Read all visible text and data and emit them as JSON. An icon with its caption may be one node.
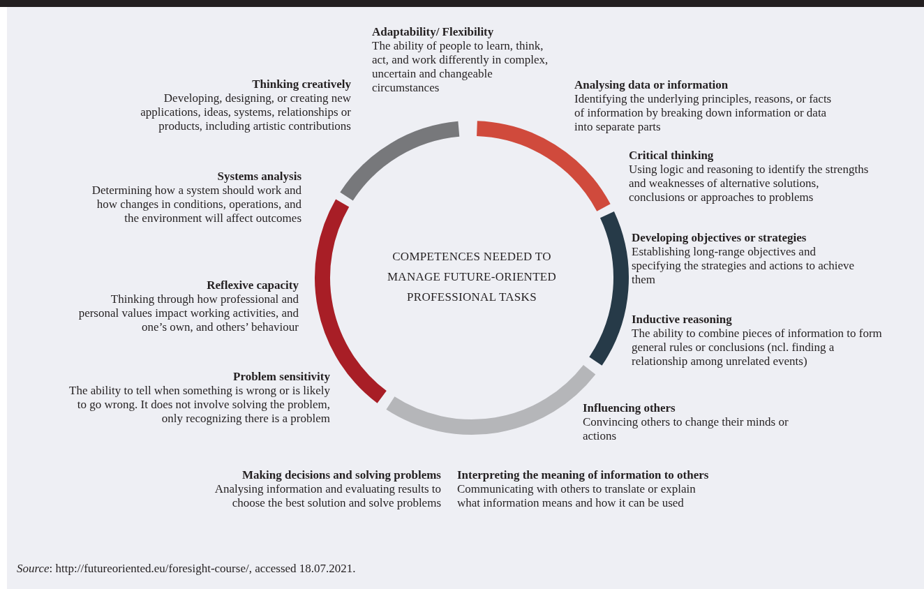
{
  "diagram": {
    "caption": "*Source*: http://futureoriented.eu/foresight-course/, accessed 18.07.2021.",
    "nodes": [
      {
        "text": [
          "COMPETENCES NEEDED TO MANAGE FUTURE-ORIENTED PROFESSIONAL TASKS"
        ]
      }
    ],
    "labels": [
      "Adaptability/ Flexibility",
      "The ability of people to learn, think, act, and work differently in complex, uncertain and changeable circumstances",
      "Thinking creatively",
      "Developing, designing, or creating new applications, ideas, systems, relationships or products, including artistic contributions",
      "Analysing data or information",
      "Identifying the underlying principles, reasons, or facts of information by breaking down information or data into separate parts",
      "Critical thinking",
      "Using logic and reasoning to identify the strengths and weaknesses of alternative solutions, conclusions or approaches to problems",
      "Systems analysis",
      "Determining how a system should work and how changes in conditions, operations, and the environment will affect outcomes",
      "Developing objectives or strategies",
      "Establishing long-range objectives and specifying the strategies and actions to achieve them",
      "Reflexive capacity",
      "Thinking through how professional and personal values impact working activities, and one’s own, and others’ behaviour",
      "Inductive reasoning",
      "The ability to combine pieces of information to form general rules or conclusions (ncl. finding a relationship among unrelated events)",
      "Problem sensitivity",
      "The ability to tell when something is wrong or is likely to go wrong. It does not involve solving the problem, only recognizing there is a problem",
      "Influencing others",
      "Convincing others to change their minds or actions",
      "Making decisions and solving problems",
      "Analysing information and evaluating results to choose the best solution and solve problems",
      "Interpreting the meaning of information to others",
      "Communicating with others to translate or explain what information means and how it can be used"
    ]
  }
}
